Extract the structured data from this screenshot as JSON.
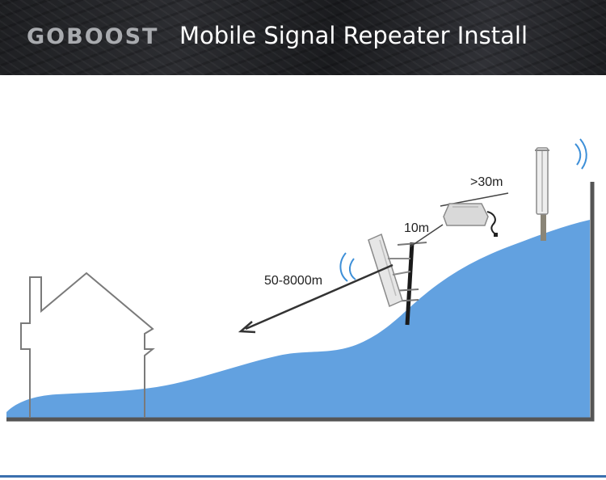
{
  "header": {
    "brand": "GOBOOST",
    "title": "Mobile Signal Repeater Install"
  },
  "labels": {
    "outdoor_distance": "50-8000m",
    "cable_to_repeater": "10m",
    "indoor_distance": ">30m"
  },
  "colors": {
    "banner_bg": "#242529",
    "hill": "#62a1e0",
    "ground": "#555555",
    "bottom_rule": "#3a6fae"
  }
}
